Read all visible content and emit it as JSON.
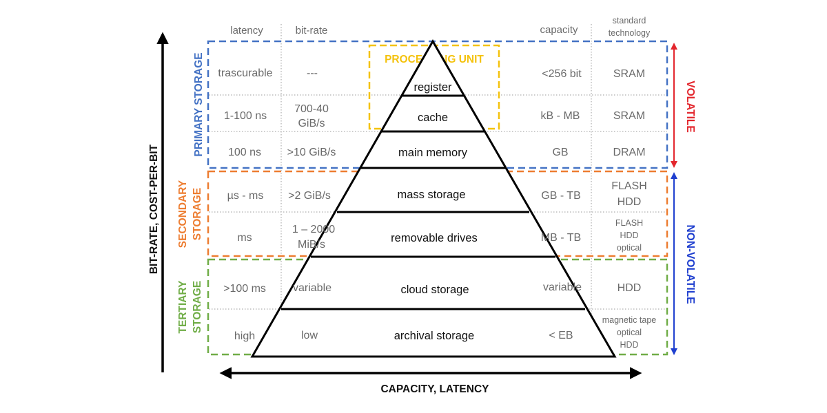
{
  "headers": {
    "latency": "latency",
    "bitrate": "bit-rate",
    "capacity": "capacity",
    "technology_line1": "standard",
    "technology_line2": "technology"
  },
  "rows": [
    {
      "latency": "trascurable",
      "bitrate": [
        "---"
      ],
      "level": "register",
      "capacity": "<256 bit",
      "technology": [
        "SRAM"
      ]
    },
    {
      "latency": "1-100 ns",
      "bitrate": [
        "700-40",
        "GiB/s"
      ],
      "level": "cache",
      "capacity": "kB - MB",
      "technology": [
        "SRAM"
      ]
    },
    {
      "latency": "100 ns",
      "bitrate": [
        ">10 GiB/s"
      ],
      "level": "main memory",
      "capacity": "GB",
      "technology": [
        "DRAM"
      ]
    },
    {
      "latency": "µs - ms",
      "bitrate": [
        ">2 GiB/s"
      ],
      "level": "mass storage",
      "capacity": "GB - TB",
      "technology": [
        "FLASH",
        "HDD"
      ]
    },
    {
      "latency": "ms",
      "bitrate": [
        "1 – 2000",
        "MiB/s"
      ],
      "level": "removable drives",
      "capacity": "MB - TB",
      "technology": [
        "FLASH",
        "HDD",
        "optical"
      ]
    },
    {
      "latency": ">100 ms",
      "bitrate": [
        "variable"
      ],
      "level": "cloud storage",
      "capacity": "variable",
      "technology": [
        "HDD"
      ]
    },
    {
      "latency": "high",
      "bitrate": [
        "low"
      ],
      "level": "archival storage",
      "capacity": "< EB",
      "technology": [
        "magnetic tape",
        "optical",
        "HDD"
      ]
    }
  ],
  "groups": {
    "primary": {
      "line1": "PRIMARY STORAGE",
      "color": "#4472c4"
    },
    "secondary": {
      "line1": "SECONDARY",
      "line2": "STORAGE",
      "color": "#ed7d31"
    },
    "tertiary": {
      "line1": "TERTIARY",
      "line2": "STORAGE",
      "color": "#70ad47"
    }
  },
  "processing_unit": {
    "label": "PROCESSING UNIT",
    "color": "#f4c20d"
  },
  "volatility": {
    "volatile": {
      "label": "VOLATILE",
      "color": "#e3262d"
    },
    "non_volatile": {
      "label": "NON-VOLATILE",
      "color": "#1f3fcf"
    }
  },
  "axes": {
    "vertical": "BIT-RATE, COST-PER-BIT",
    "horizontal": "CAPACITY, LATENCY"
  }
}
